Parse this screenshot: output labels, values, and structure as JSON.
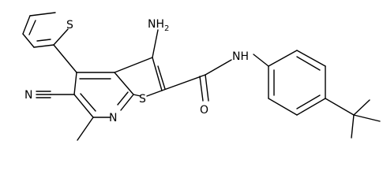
{
  "molecule": {
    "atom_labels": {
      "amino": "NH2",
      "amino_n": "N",
      "amino_h": "H",
      "amino_sub": "2",
      "amide_nh": "NH",
      "amide_n": "N",
      "amide_h": "H",
      "carbonyl_o": "O",
      "cyano_n": "N",
      "pyridine_n": "N",
      "thienyl_s": "S",
      "fused_thiophene_s": "S"
    },
    "colors": {
      "bond": "#000000",
      "text": "#000000",
      "background": "#ffffff"
    }
  }
}
